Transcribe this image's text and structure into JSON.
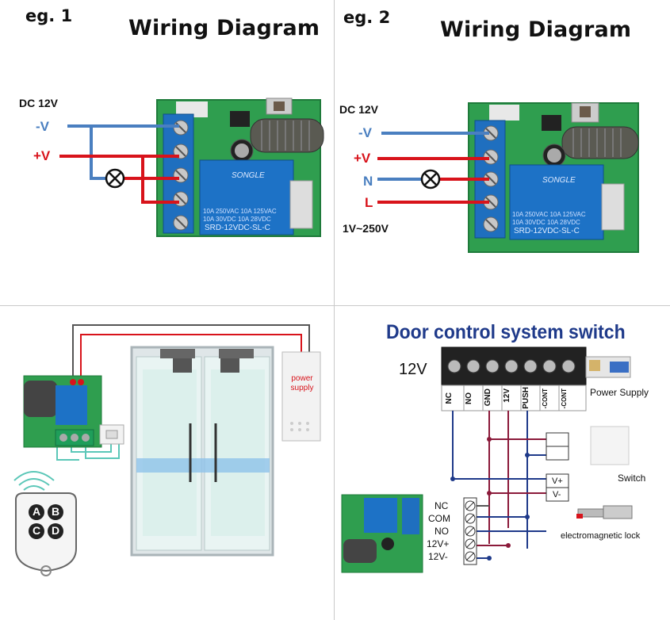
{
  "eg1": {
    "label": "eg. 1",
    "title": "Wiring Diagram",
    "supply": "DC 12V",
    "neg": "-V",
    "pos": "+V",
    "relay_brand": "SONGLE",
    "relay_ratings": "10A 250VAC 10A 125VAC",
    "relay_ratings2": "10A 30VDC 10A 28VDC",
    "relay_model": "SRD-12VDC-SL-C"
  },
  "eg2": {
    "label": "eg. 2",
    "title": "Wiring Diagram",
    "supply": "DC 12V",
    "neg": "-V",
    "pos": "+V",
    "n": "N",
    "l": "L",
    "range": "1V~250V",
    "relay_brand": "SONGLE",
    "relay_ratings": "10A 250VAC 10A 125VAC",
    "relay_ratings2": "10A 30VDC 10A 28VDC",
    "relay_model": "SRD-12VDC-SL-C"
  },
  "eg3": {
    "power_supply": "power supply",
    "remote_keys": [
      "A",
      "B",
      "C",
      "D"
    ]
  },
  "eg4": {
    "title": "Door control system switch",
    "voltage": "12V",
    "terminals": [
      "NC",
      "NO",
      "GND",
      "12V",
      "PUSH",
      "-CONT",
      "-CONT"
    ],
    "power_supply": "Power Supply",
    "switch": "Switch",
    "vplus": "V+",
    "vminus": "V-",
    "relay_pins": [
      "NC",
      "COM",
      "NO",
      "12V+",
      "12V-"
    ],
    "lock": "electromagnetic lock"
  },
  "colors": {
    "neg_wire": "#4a7fc0",
    "pos_wire": "#d8131b",
    "pcb_green": "#2f9e4f",
    "relay_blue": "#1d72c6",
    "terminal_blue": "#1f6fbf",
    "dark_red_wire": "#8b1a3a",
    "navy_wire": "#1f3a8a"
  }
}
